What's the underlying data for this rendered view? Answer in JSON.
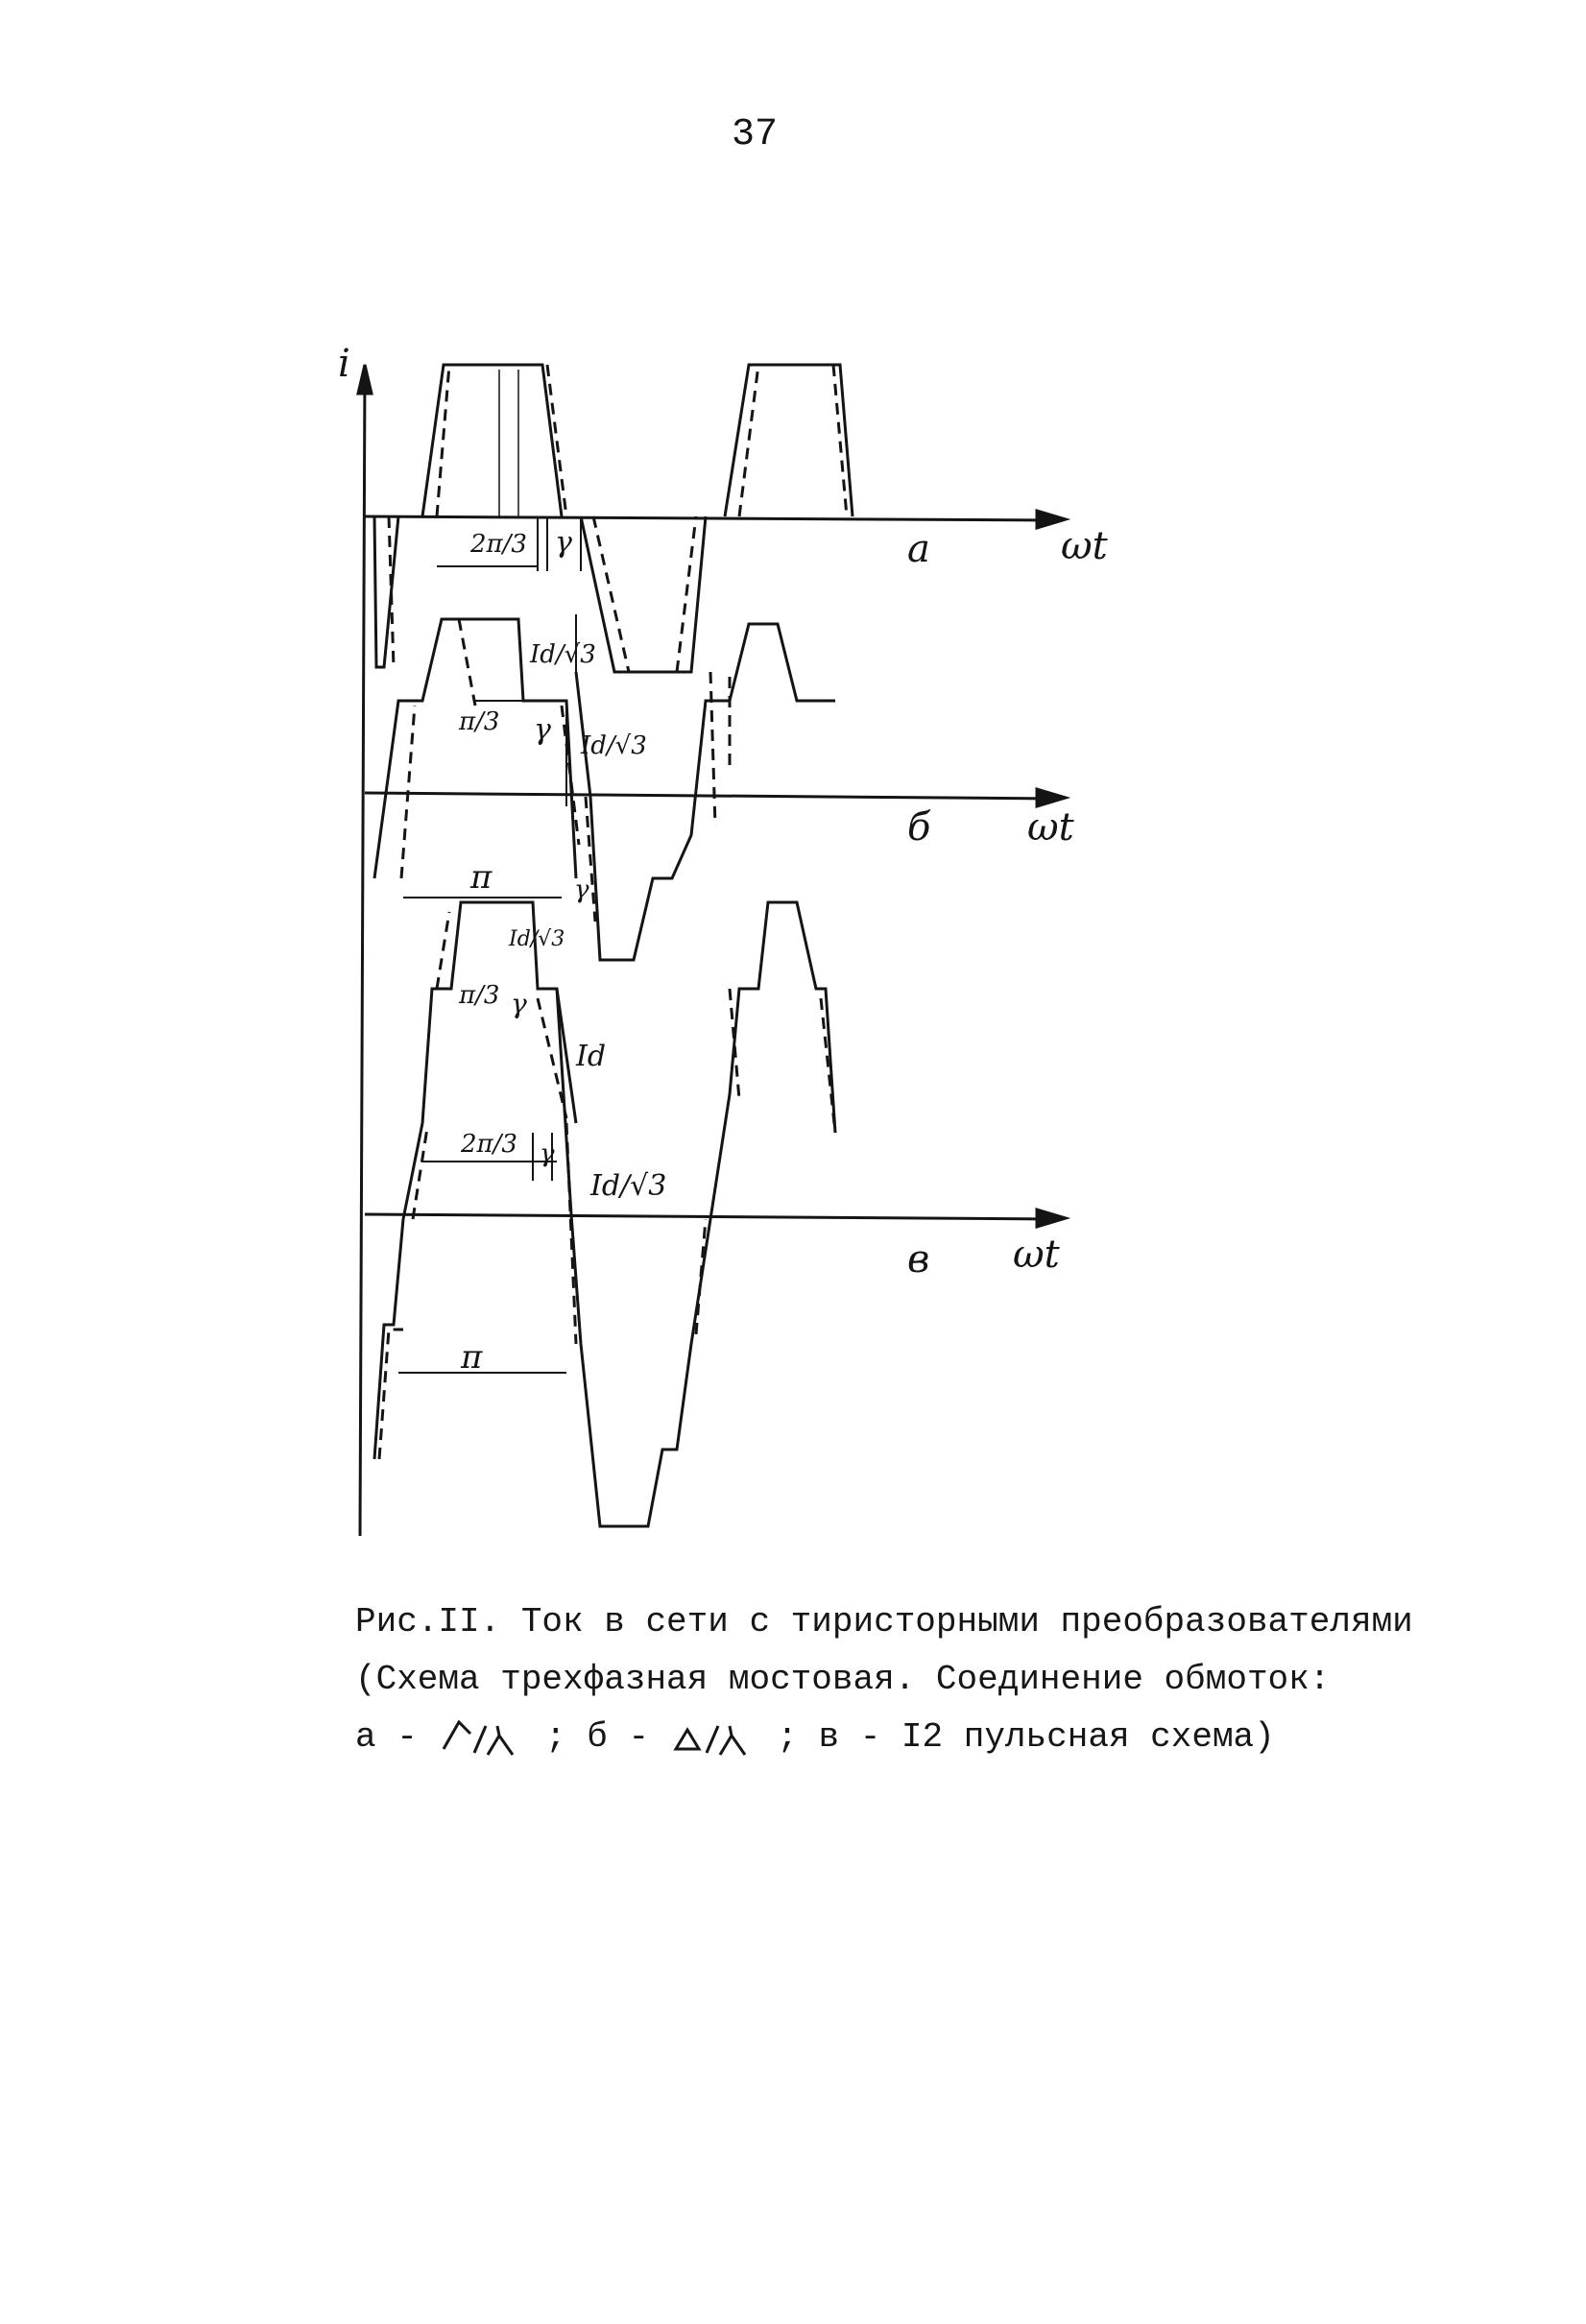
{
  "page_number": "37",
  "figure": {
    "y_axis_label": "i",
    "x_axis_label": "ωt",
    "panel_labels": [
      "а",
      "б",
      "в"
    ],
    "annotations": {
      "two_pi_over_3": "2π/3",
      "pi_over_3": "π/3",
      "pi": "π",
      "gamma": "γ",
      "id": "Id",
      "id_over_root3": "Id/√3"
    }
  },
  "caption": {
    "line1": "Рис.II. Ток в сети с тиристорными преобразователями",
    "line2": "(Схема трехфазная мостовая. Соединение обмоток:",
    "line3_a": "а -",
    "line3_b": "; б -",
    "line3_c": "; в - I2 пульсная схема)"
  }
}
